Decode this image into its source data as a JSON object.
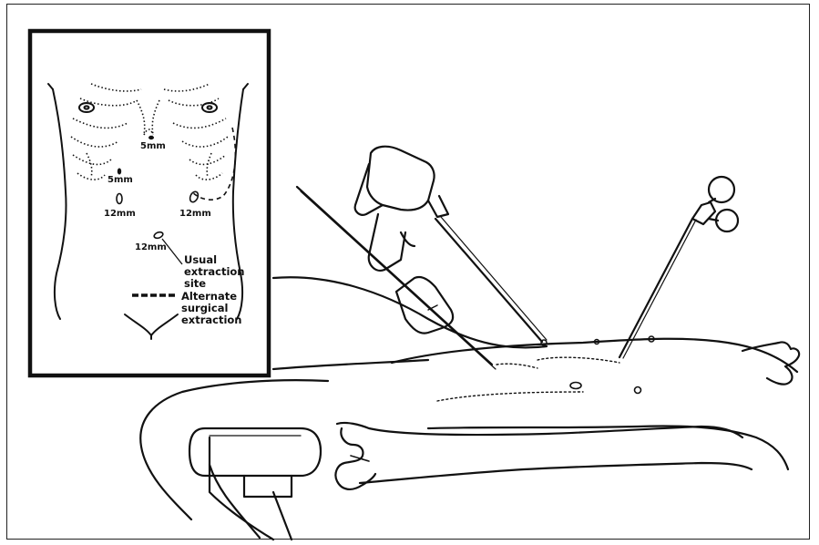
{
  "inset": {
    "ports": [
      {
        "id": "upper-midline",
        "label": "5mm"
      },
      {
        "id": "left-subcostal",
        "label": "5mm"
      },
      {
        "id": "left-lateral",
        "label": "12mm"
      },
      {
        "id": "right-lateral",
        "label": "12mm"
      },
      {
        "id": "umbilical",
        "label": "12mm"
      }
    ],
    "legend": {
      "usual": "Usual extraction site",
      "alternate": "Alternate surgical extraction"
    }
  }
}
